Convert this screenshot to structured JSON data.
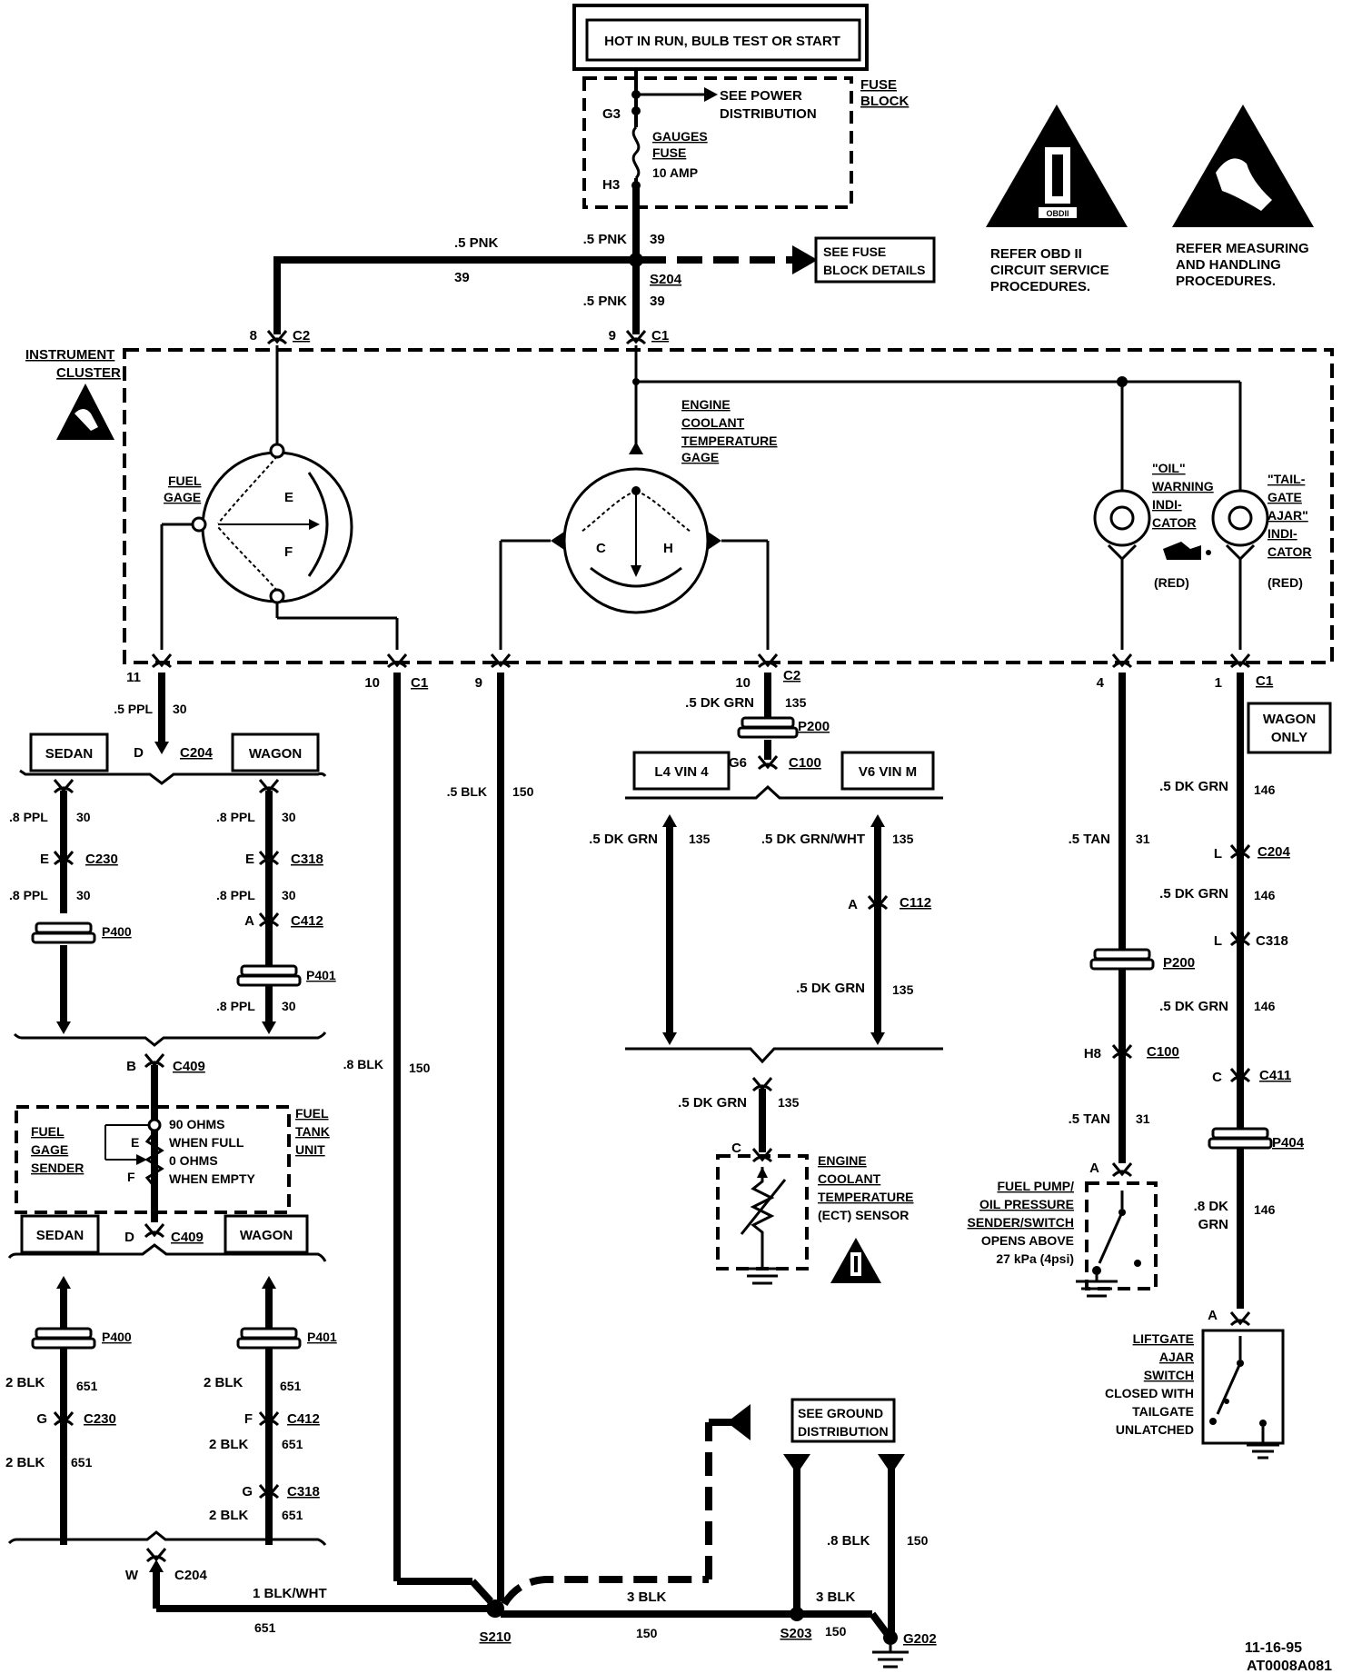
{
  "header": {
    "power_label": "HOT IN RUN, BULB TEST OR START"
  },
  "fuse_block": {
    "title": [
      "FUSE",
      "BLOCK"
    ],
    "g3": "G3",
    "h3": "H3",
    "see_power": [
      "SEE POWER",
      "DISTRIBUTION"
    ],
    "fuse_name": [
      "GAUGES",
      "FUSE"
    ],
    "fuse_rating": "10  AMP",
    "see_fuse_details": [
      "SEE FUSE",
      "BLOCK DETAILS"
    ]
  },
  "warnings": {
    "obd_badge": "OBDII",
    "obd_text": [
      "REFER OBD II",
      "CIRCUIT SERVICE",
      "PROCEDURES."
    ],
    "esd_text": [
      "REFER MEASURING",
      "AND HANDLING",
      "PROCEDURES."
    ]
  },
  "cluster": {
    "title": [
      "INSTRUMENT",
      "CLUSTER"
    ],
    "fuel_gage": [
      "FUEL",
      "GAGE"
    ],
    "ect_gage": [
      "ENGINE",
      "COOLANT",
      "TEMPERATURE",
      "GAGE"
    ],
    "oil_indicator": [
      "\"OIL\"",
      "WARNING",
      "INDI-",
      "CATOR"
    ],
    "oil_color": "(RED)",
    "tailgate_indicator": [
      "\"TAIL-",
      "GATE",
      "AJAR\"",
      "INDI-",
      "CATOR"
    ],
    "tailgate_color": "(RED)",
    "gauge_e": "E",
    "gauge_f": "F",
    "gauge_c": "C",
    "gauge_h": "H"
  },
  "wires": {
    "pnk_05": ".5 PNK",
    "c39": "39",
    "s204": "S204",
    "c2": "C2",
    "c1": "C1",
    "pin8": "8",
    "pin9": "9",
    "pin11": "11",
    "pin10": "10",
    "pin4": "4",
    "pin1": "1",
    "ppl_05": ".5 PPL",
    "ppl_08": ".8  PPL",
    "c30": "30",
    "blk_05": ".5 BLK",
    "blk_08": ".8  BLK",
    "c150": "150",
    "dkgrn_05": ".5 DK GRN",
    "dkgrnwht_05": ".5 DK GRN/WHT",
    "c135": "135",
    "dkgrn_08": ".8 DK",
    "grn": "GRN",
    "c146": "146",
    "tan_05": ".5 TAN",
    "c31": "31",
    "blk_2": "2 BLK",
    "c651": "651",
    "blkwht_1": "1 BLK/WHT",
    "blk_3": "3 BLK",
    "blk_08b": ".8 BLK"
  },
  "connectors": {
    "d": "D",
    "c204": "C204",
    "e": "E",
    "c230": "C230",
    "c318": "C318",
    "a": "A",
    "c412": "C412",
    "p400": "P400",
    "p401": "P401",
    "b": "B",
    "c409": "C409",
    "p200": "P200",
    "g6": "G6",
    "c100": "C100",
    "c112": "C112",
    "c": "C",
    "l": "L",
    "c411": "C411",
    "p404": "P404",
    "h8": "H8",
    "f": "F",
    "g": "G",
    "w": "W"
  },
  "options": {
    "sedan": "SEDAN",
    "wagon": "WAGON",
    "l4": "L4  VIN  4",
    "v6": "V6 VIN  M",
    "wagon_only": [
      "WAGON",
      "ONLY"
    ]
  },
  "fuel_sender": {
    "sender": [
      "FUEL",
      "GAGE",
      "SENDER"
    ],
    "tank_unit": [
      "FUEL",
      "TANK",
      "UNIT"
    ],
    "spec": [
      "90 OHMS",
      "WHEN FULL",
      "0 OHMS",
      "WHEN EMPTY"
    ],
    "e": "E",
    "f": "F"
  },
  "ect_sensor": [
    "ENGINE",
    "COOLANT",
    "TEMPERATURE",
    "(ECT)  SENSOR"
  ],
  "oil_switch": [
    "FUEL PUMP/",
    "OIL PRESSURE",
    "SENDER/SWITCH",
    "OPENS ABOVE",
    "27 kPa (4psi)"
  ],
  "liftgate_switch": [
    "LIFTGATE",
    "AJAR",
    "SWITCH",
    "CLOSED  WITH",
    "TAILGATE",
    "UNLATCHED"
  ],
  "grounds": {
    "see_ground": [
      "SEE GROUND",
      "DISTRIBUTION"
    ],
    "s210": "S210",
    "s203": "S203",
    "g202": "G202"
  },
  "footer": {
    "date": "11-16-95",
    "code": "AT0008A081"
  }
}
